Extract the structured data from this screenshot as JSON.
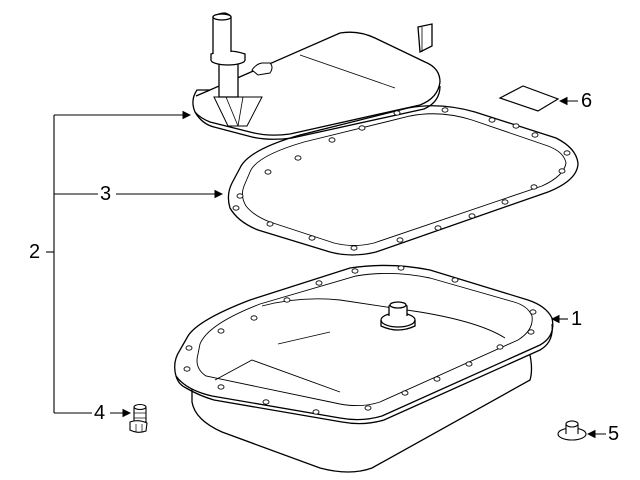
{
  "diagram": {
    "type": "exploded parts diagram",
    "colors": {
      "line": "#000000",
      "background": "#ffffff"
    },
    "parts": [
      {
        "id": "1",
        "label": "1",
        "name": "oil-pan"
      },
      {
        "id": "2",
        "label": "2",
        "name": "filter-kit-group"
      },
      {
        "id": "3",
        "label": "3",
        "name": "pan-gasket"
      },
      {
        "id": "4",
        "label": "4",
        "name": "pan-bolt"
      },
      {
        "id": "5",
        "label": "5",
        "name": "drain-plug"
      },
      {
        "id": "6",
        "label": "6",
        "name": "label-plate"
      }
    ],
    "filter_part": {
      "name": "transmission-filter",
      "note": "pointed by group bracket 2"
    }
  }
}
